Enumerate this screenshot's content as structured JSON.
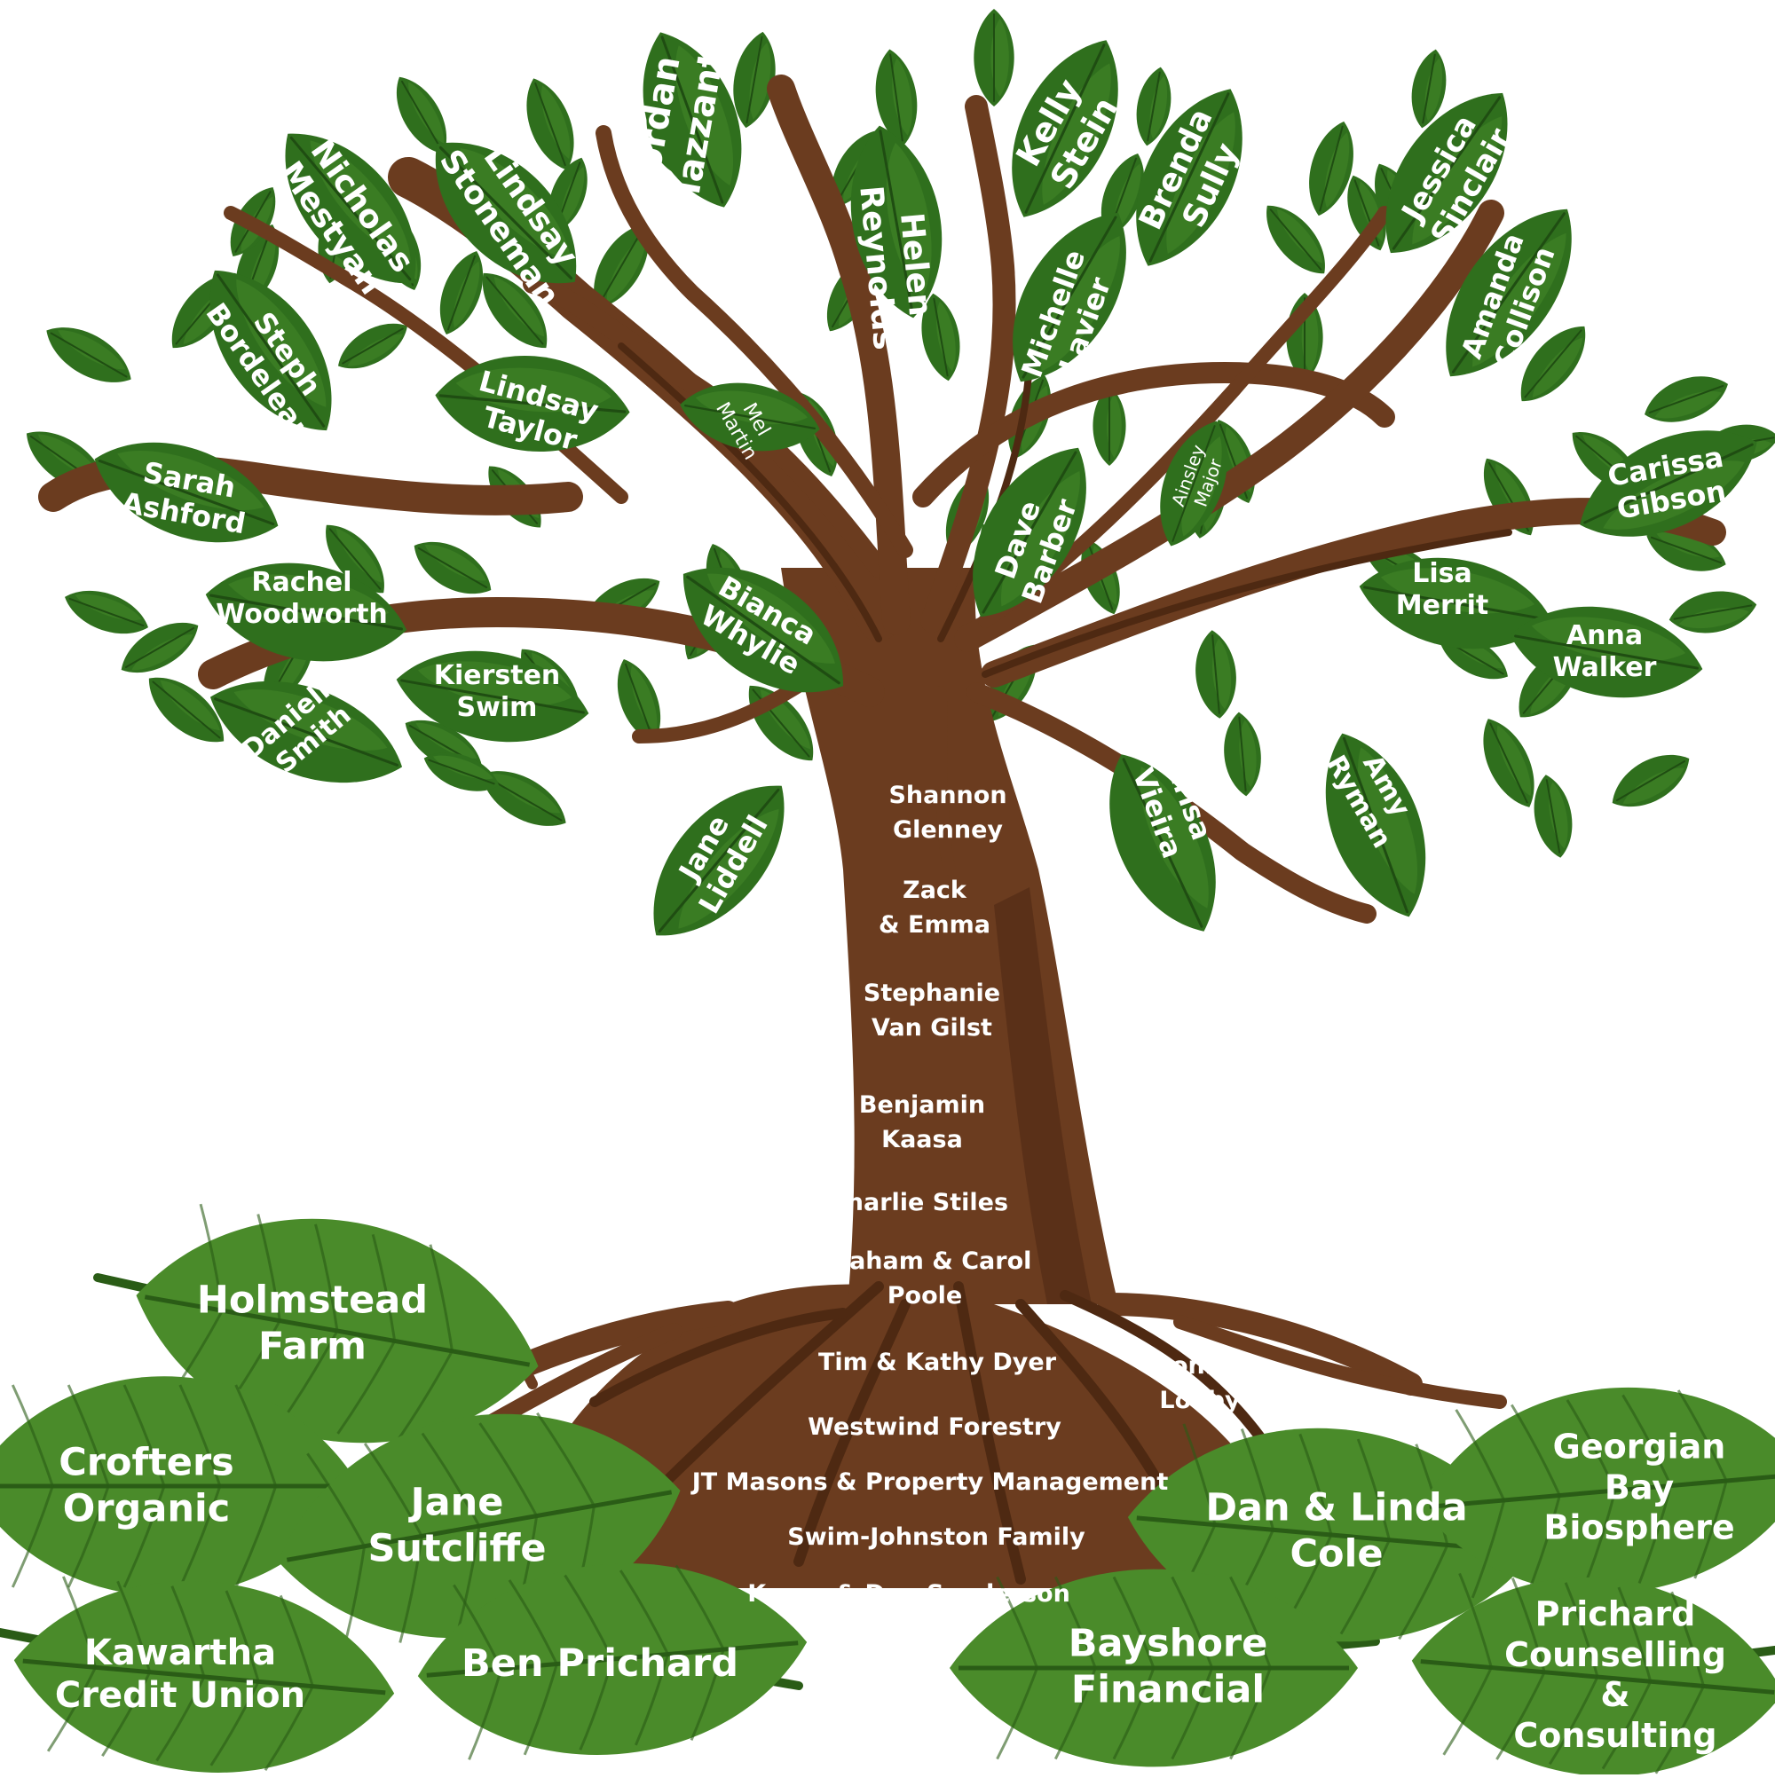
{
  "colors": {
    "trunk": "#6b3c1f",
    "trunk_dark": "#4e2912",
    "leaf": "#2f6f1d",
    "leaf_light": "#4a8b2c",
    "vein": "#1f4d12",
    "root_leaf": "#4a8b2a",
    "root_leaf_vein": "#2a5c16",
    "text": "#ffffff"
  },
  "leaves": [
    {
      "text": "Jordan\nMazzanti"
    },
    {
      "text": "Nicholas\nMestyan"
    },
    {
      "text": "Lindsay\nStoneman"
    },
    {
      "text": "Kelly\nStein"
    },
    {
      "text": "Helen\nReynolds"
    },
    {
      "text": "Brenda\nSully"
    },
    {
      "text": "Jessica\nSinclair"
    },
    {
      "text": "Steph\nBordeleau"
    },
    {
      "text": "Lindsay\nTaylor"
    },
    {
      "text": "Mel\nMartin"
    },
    {
      "text": "Michelle\nLavier"
    },
    {
      "text": "Amanda\nCollison"
    },
    {
      "text": "Sarah\nAshford"
    },
    {
      "text": "Ainsley\nMajor"
    },
    {
      "text": "Dave\nBarber"
    },
    {
      "text": "Carissa\nGibson"
    },
    {
      "text": "Rachel\nWoodworth"
    },
    {
      "text": "Bianca\nWhylie"
    },
    {
      "text": "Lisa\nMerrit"
    },
    {
      "text": "Anna\nWalker"
    },
    {
      "text": "Kiersten\nSwim"
    },
    {
      "text": "Danielle\nSmith"
    },
    {
      "text": "Jane\nLiddell"
    },
    {
      "text": "Erisa\nVieira"
    },
    {
      "text": "Amy\nRyman"
    }
  ],
  "trunk_names": [
    "Shannon\nGlenney",
    "Zack\n& Emma",
    "Stephanie\nVan Gilst",
    "Benjamin\nKaasa",
    "Charlie Stiles",
    "Graham & Carol\nPoole",
    "Tim & Kathy Dyer",
    "Bonnie\nLooby",
    "Westwind Forestry",
    "JT Masons & Property Management",
    "Swim-Johnston Family",
    "Karen & Don Sanderson"
  ],
  "root_leaves": [
    "Holmstead\nFarm",
    "Crofters\nOrganic",
    "Jane\nSutcliffe",
    "Kawartha\nCredit Union",
    "Ben Prichard",
    "Dan & Linda\nCole",
    "Georgian Bay\nBiosphere",
    "Bayshore\nFinancial",
    "Prichard\nCounselling\n& Consulting"
  ]
}
